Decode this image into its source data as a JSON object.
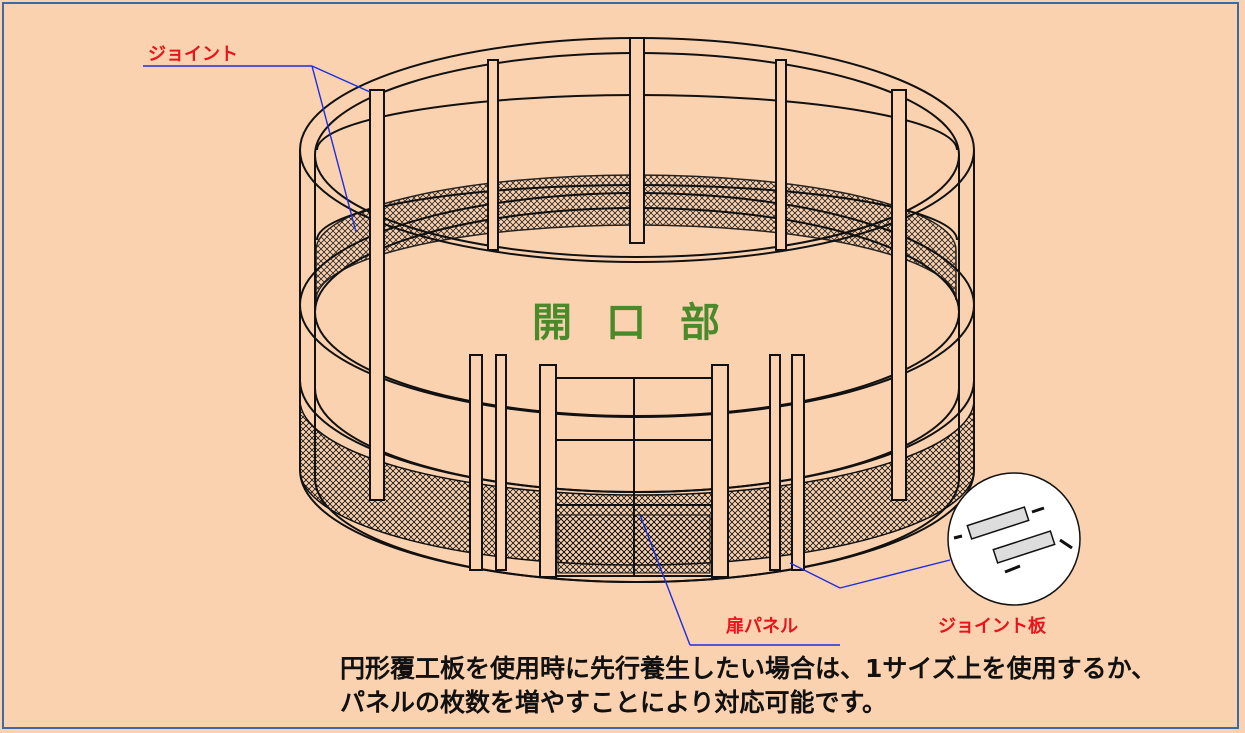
{
  "labels": {
    "joint": "ジョイント",
    "opening": "開口部",
    "door_panel": "扉パネル",
    "joint_plate": "ジョイント板"
  },
  "note": {
    "line1": "円形覆工板を使用時に先行養生したい場合は、1サイズ上を使用するか、",
    "line2": "パネルの枚数を増やすことにより対応可能です。"
  },
  "colors": {
    "background": "#fbd2b0",
    "frame_border": "#3c6aa6",
    "label_red": "#e8141b",
    "label_green": "#4a8a2a",
    "leader_line": "#1a2ee0"
  }
}
